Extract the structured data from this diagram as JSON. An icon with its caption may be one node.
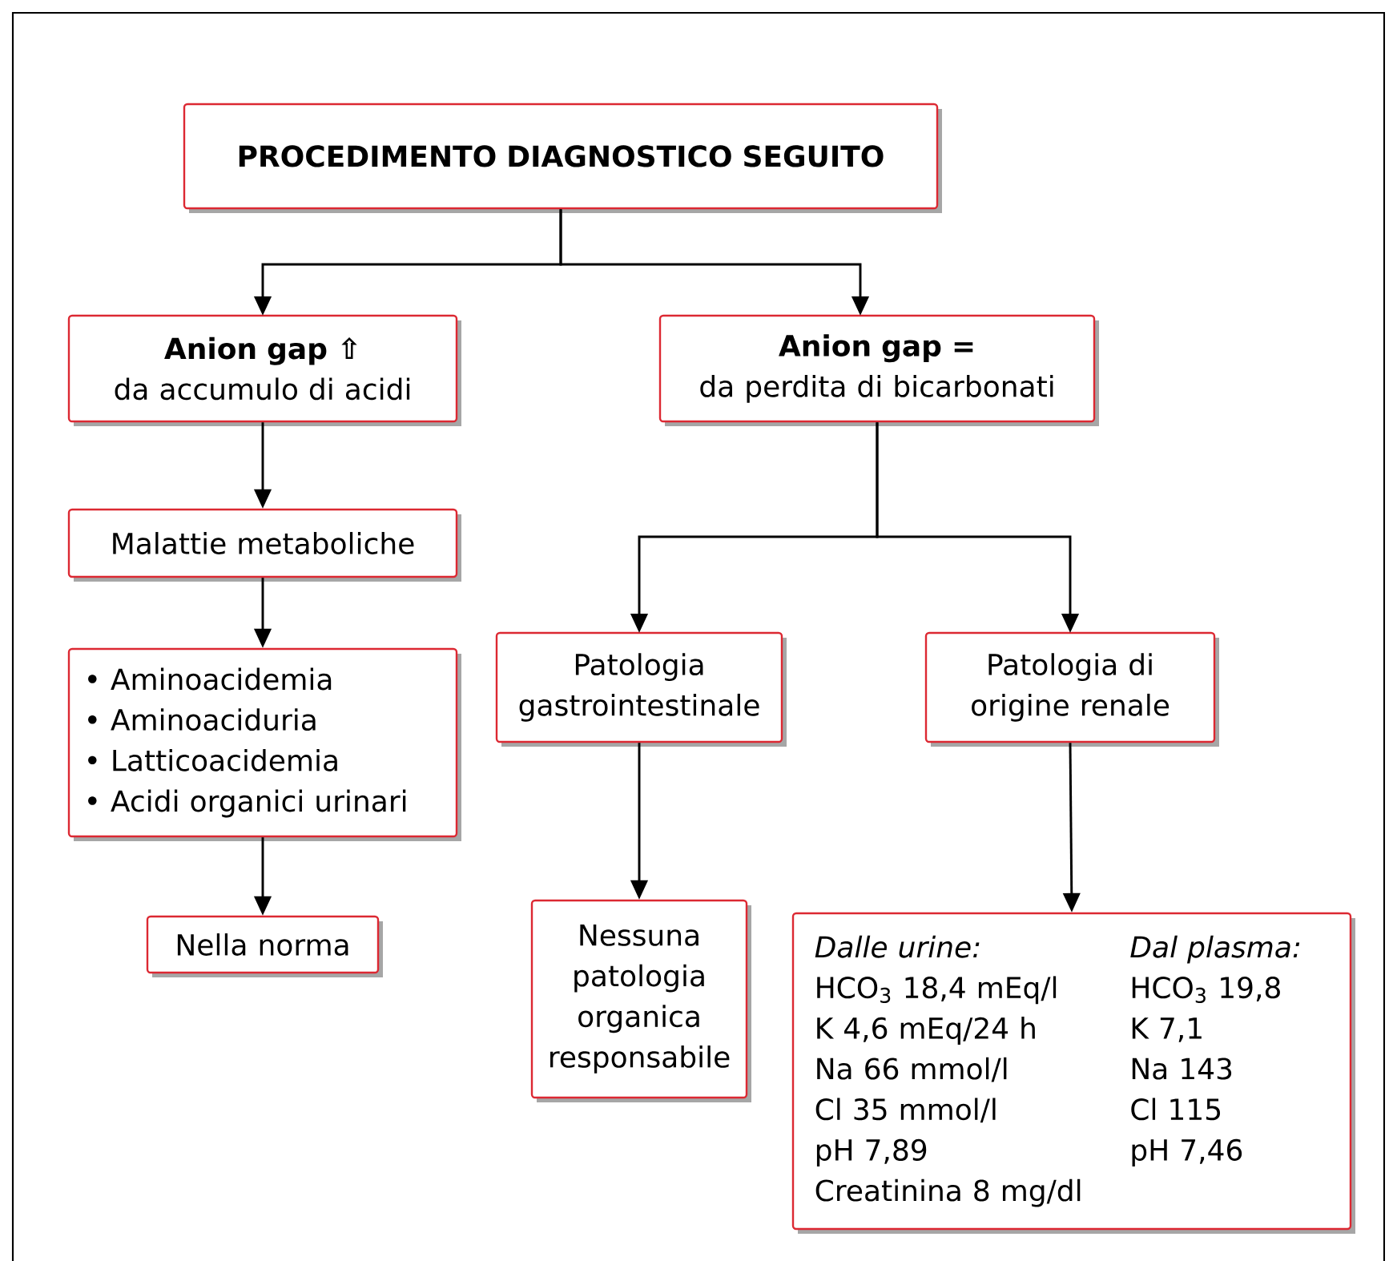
{
  "diagram": {
    "nodes": [
      {
        "text": [
          "PROCEDIMENTO DIAGNOSTICO SEGUITO"
        ]
      },
      {
        "text": [
          "Anion gap ⇧",
          "da accumulo di acidi"
        ]
      },
      {
        "text": [
          "Anion gap =",
          "da perdita di bicarbonati"
        ]
      },
      {
        "text": [
          "Malattie metaboliche"
        ]
      },
      {
        "text": [
          "• Aminoacidemia",
          "• Aminoaciduria",
          "• Latticoacidemia",
          "• Acidi organici urinari"
        ]
      },
      {
        "text": [
          "Nella norma"
        ]
      },
      {
        "text": [
          "Patologia gastrointestinale"
        ]
      },
      {
        "text": [
          "Patologia di origine renale"
        ]
      },
      {
        "text": [
          "Nessuna patologia organica responsabile"
        ]
      },
      {
        "text": [
          "Dalle urine:",
          "HCO$_{3}$ 18,4 mEq/l",
          "K 4,6 mEq/24 h",
          "Na 66 mmol/l",
          "Cl 35 mmol/l",
          "pH 7,89",
          "Creatinina 8 mg/dl",
          "Dal plasma:",
          "HCO$_{3}$ 19,8",
          "K 7,1",
          "Na 143",
          "Cl 115",
          "pH 7,46"
        ]
      }
    ],
    "edges": [
      {
        "from": 0,
        "to": 1,
        "arrow": "to"
      },
      {
        "from": 0,
        "to": 2,
        "arrow": "to"
      },
      {
        "from": 1,
        "to": 3,
        "arrow": "to"
      },
      {
        "from": 3,
        "to": 4,
        "arrow": "to"
      },
      {
        "from": 4,
        "to": 5,
        "arrow": "to"
      },
      {
        "from": 2,
        "to": 6,
        "arrow": "to"
      },
      {
        "from": 2,
        "to": 7,
        "arrow": "to"
      },
      {
        "from": 6,
        "to": 8,
        "arrow": "to"
      },
      {
        "from": 7,
        "to": 9,
        "arrow": "to"
      }
    ]
  }
}
